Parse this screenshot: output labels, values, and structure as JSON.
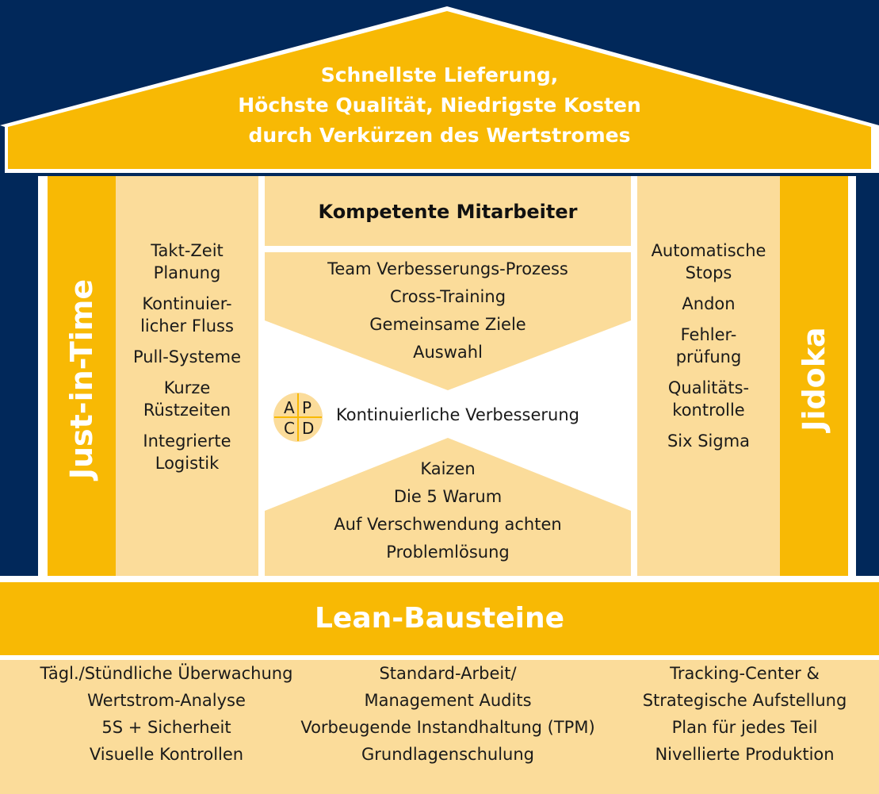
{
  "colors": {
    "background": "#01285a",
    "gold": "#f8b904",
    "light_gold": "#fbdc9a",
    "white": "#ffffff"
  },
  "roof": {
    "lines": [
      "Schnellste Lieferung,",
      "Höchste Qualität, Niedrigste Kosten",
      "durch Verkürzen des Wertstromes"
    ]
  },
  "left_pillar": {
    "label": "Just-in-Time",
    "items": [
      "Takt-Zeit\nPlanung",
      "Kontinuier-\nlicher Fluss",
      "Pull-Systeme",
      "Kurze\nRüstzeiten",
      "Integrierte\nLogistik"
    ]
  },
  "right_pillar": {
    "label": "Jidoka",
    "items": [
      "Automatische\nStops",
      "Andon",
      "Fehler-\nprüfung",
      "Qualitäts-\nkontrolle",
      "Six Sigma"
    ]
  },
  "center": {
    "heading": "Kompetente Mitarbeiter",
    "upper_items": [
      "Team Verbesserungs-Prozess",
      "Cross-Training",
      "Gemeinsame Ziele",
      "Auswahl"
    ],
    "pdca": {
      "letters": [
        "A",
        "P",
        "C",
        "D"
      ],
      "label": "Kontinuierliche Verbesserung"
    },
    "lower_items": [
      "Kaizen",
      "Die 5 Warum",
      "Auf Verschwendung achten",
      "Problemlösung"
    ]
  },
  "base": {
    "title": "Lean-Bausteine",
    "col1": [
      "Tägl./Stündliche Überwachung",
      "Wertstrom-Analyse",
      "5S + Sicherheit",
      "Visuelle Kontrollen"
    ],
    "col2": [
      "Standard-Arbeit/",
      "Management Audits",
      "Vorbeugende Instandhaltung (TPM)",
      "Grundlagenschulung"
    ],
    "col3": [
      "Tracking-Center &",
      "Strategische Aufstellung",
      "Plan für jedes Teil",
      "Nivellierte Produktion"
    ]
  }
}
